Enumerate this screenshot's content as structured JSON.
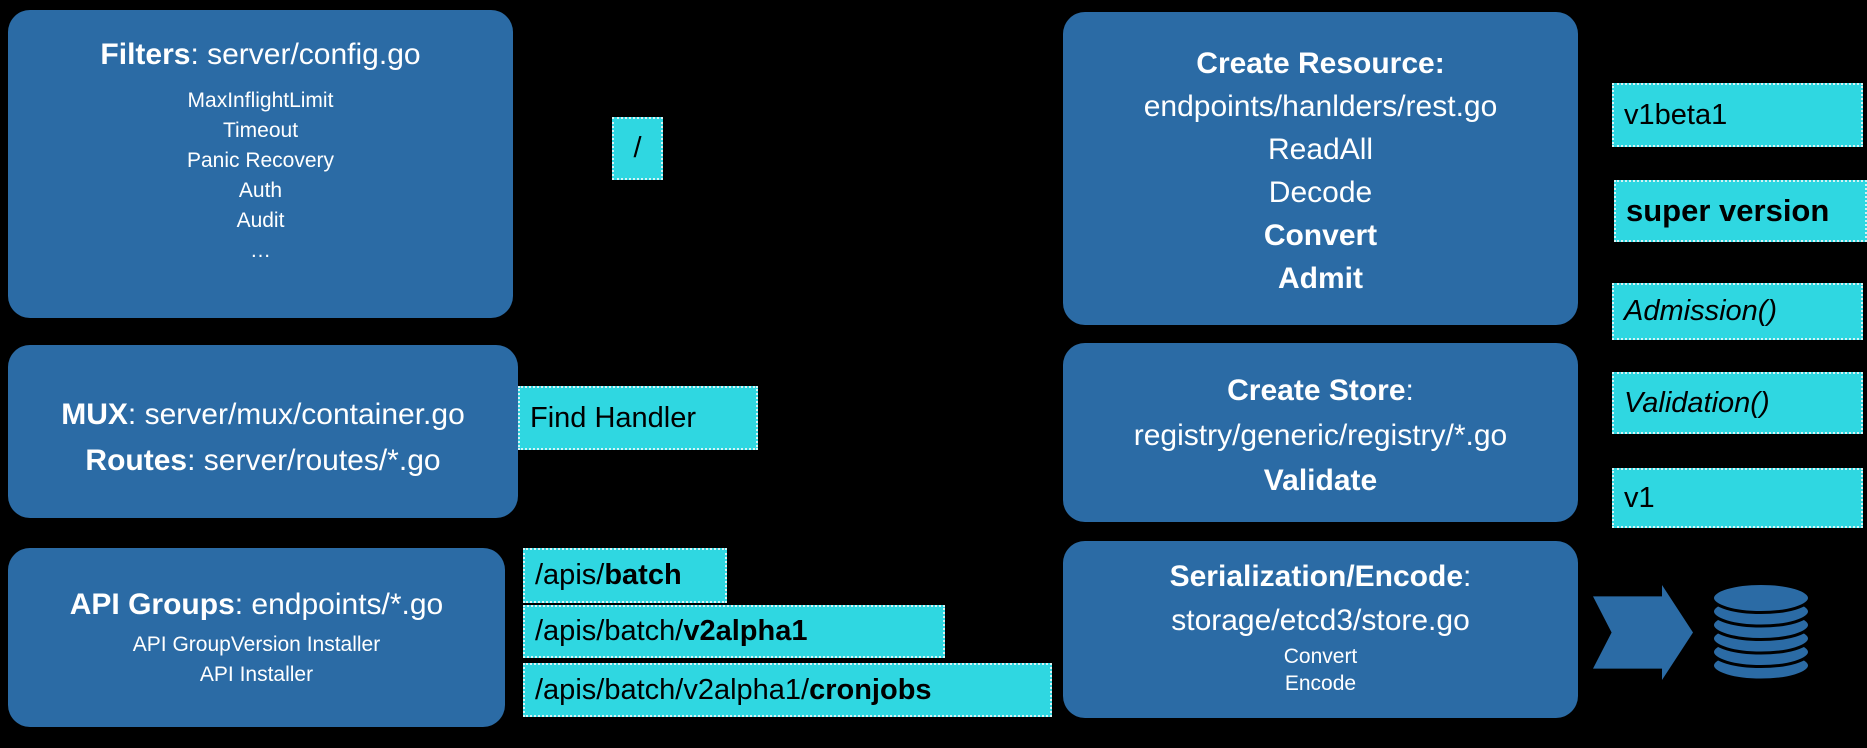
{
  "colors": {
    "box_blue": "#2B6BA5",
    "highlight_cyan": "#2FD7E1",
    "box_text": "#FFFFFF",
    "chip_text": "#000000"
  },
  "filters": {
    "title_bold": "Filters",
    "title_rest": ": server/config.go",
    "items": [
      "MaxInflightLimit",
      "Timeout",
      "Panic Recovery",
      "Auth",
      "Audit",
      "…"
    ]
  },
  "mux": {
    "line1_bold": "MUX",
    "line1_rest": ": server/mux/container.go",
    "line2_bold": "Routes",
    "line2_rest": ": server/routes/*.go"
  },
  "api_groups": {
    "title_bold": "API Groups",
    "title_rest": ": endpoints/*.go",
    "items": [
      "API GroupVersion Installer",
      "API Installer"
    ]
  },
  "slash_label": "/",
  "find_handler_label": "Find Handler",
  "routes": [
    {
      "prefix": "/apis/",
      "bold": "batch"
    },
    {
      "prefix": "/apis/batch/",
      "bold": "v2alpha1"
    },
    {
      "prefix": "/apis/batch/v2alpha1/",
      "bold": "cronjobs"
    }
  ],
  "create_resource": {
    "title": "Create Resource:",
    "path": "endpoints/hanlders/rest.go",
    "steps_regular": [
      "ReadAll",
      "Decode"
    ],
    "steps_bold": [
      "Convert",
      "Admit"
    ]
  },
  "create_store": {
    "title_bold": "Create Store",
    "title_rest": ":",
    "path": "registry/generic/registry/*.go",
    "step_bold": "Validate"
  },
  "serialization": {
    "title_bold": "Serialization/Encode",
    "title_rest": ":",
    "path": "storage/etcd3/store.go",
    "steps": [
      "Convert",
      "Encode"
    ]
  },
  "version_labels": [
    {
      "text": "v1beta1",
      "style": "regular"
    },
    {
      "text": "super version",
      "style": "bold"
    },
    {
      "text": "Admission()",
      "style": "italic"
    },
    {
      "text": "Validation()",
      "style": "italic"
    },
    {
      "text": "v1",
      "style": "regular"
    }
  ],
  "icons": {
    "arrow_icon": "arrow-right",
    "database_icon": "database-cylinder"
  }
}
